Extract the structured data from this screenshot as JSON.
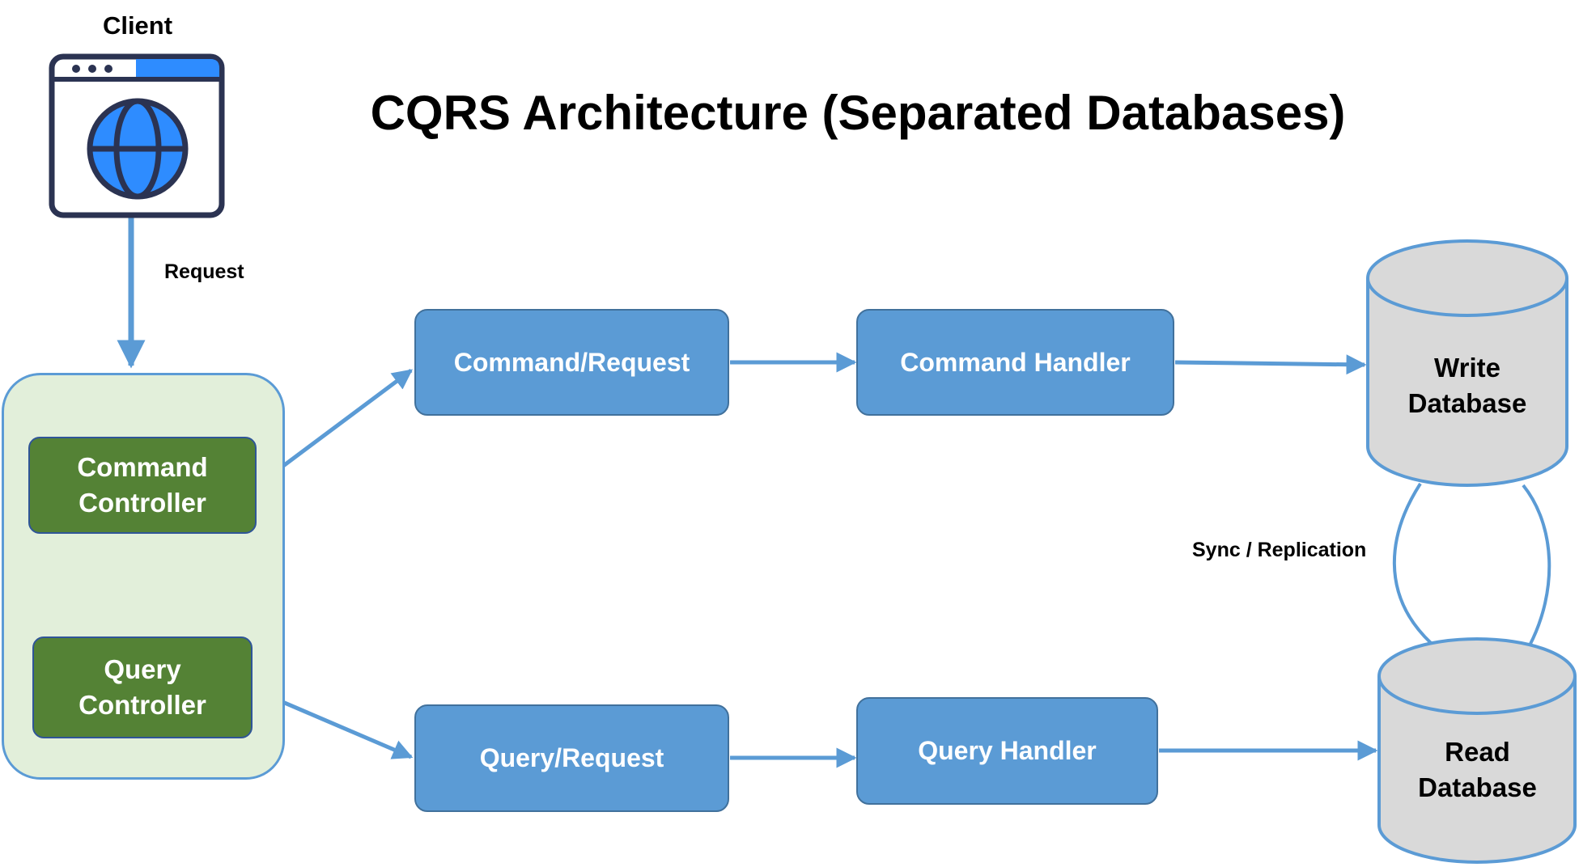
{
  "title": "CQRS Architecture (Separated Databases)",
  "client": {
    "label": "Client",
    "icon": "browser-globe-icon"
  },
  "edges": {
    "request_label": "Request",
    "sync_label": "Sync / Replication"
  },
  "controllers": {
    "command": {
      "line1": "Command",
      "line2": "Controller"
    },
    "query": {
      "line1": "Query",
      "line2": "Controller"
    }
  },
  "command_path": {
    "request": "Command/Request",
    "handler": "Command Handler"
  },
  "query_path": {
    "request": "Query/Request",
    "handler": "Query Handler"
  },
  "databases": {
    "write": {
      "line1": "Write",
      "line2": "Database"
    },
    "read": {
      "line1": "Read",
      "line2": "Database"
    }
  },
  "colors": {
    "box_fill": "#5b9bd5",
    "box_border": "#41719c",
    "controller_fill": "#548235",
    "panel_fill": "#e2efda",
    "db_fill": "#d9d9d9",
    "icon_accent": "#2e8cff",
    "icon_outline": "#2b3352"
  }
}
